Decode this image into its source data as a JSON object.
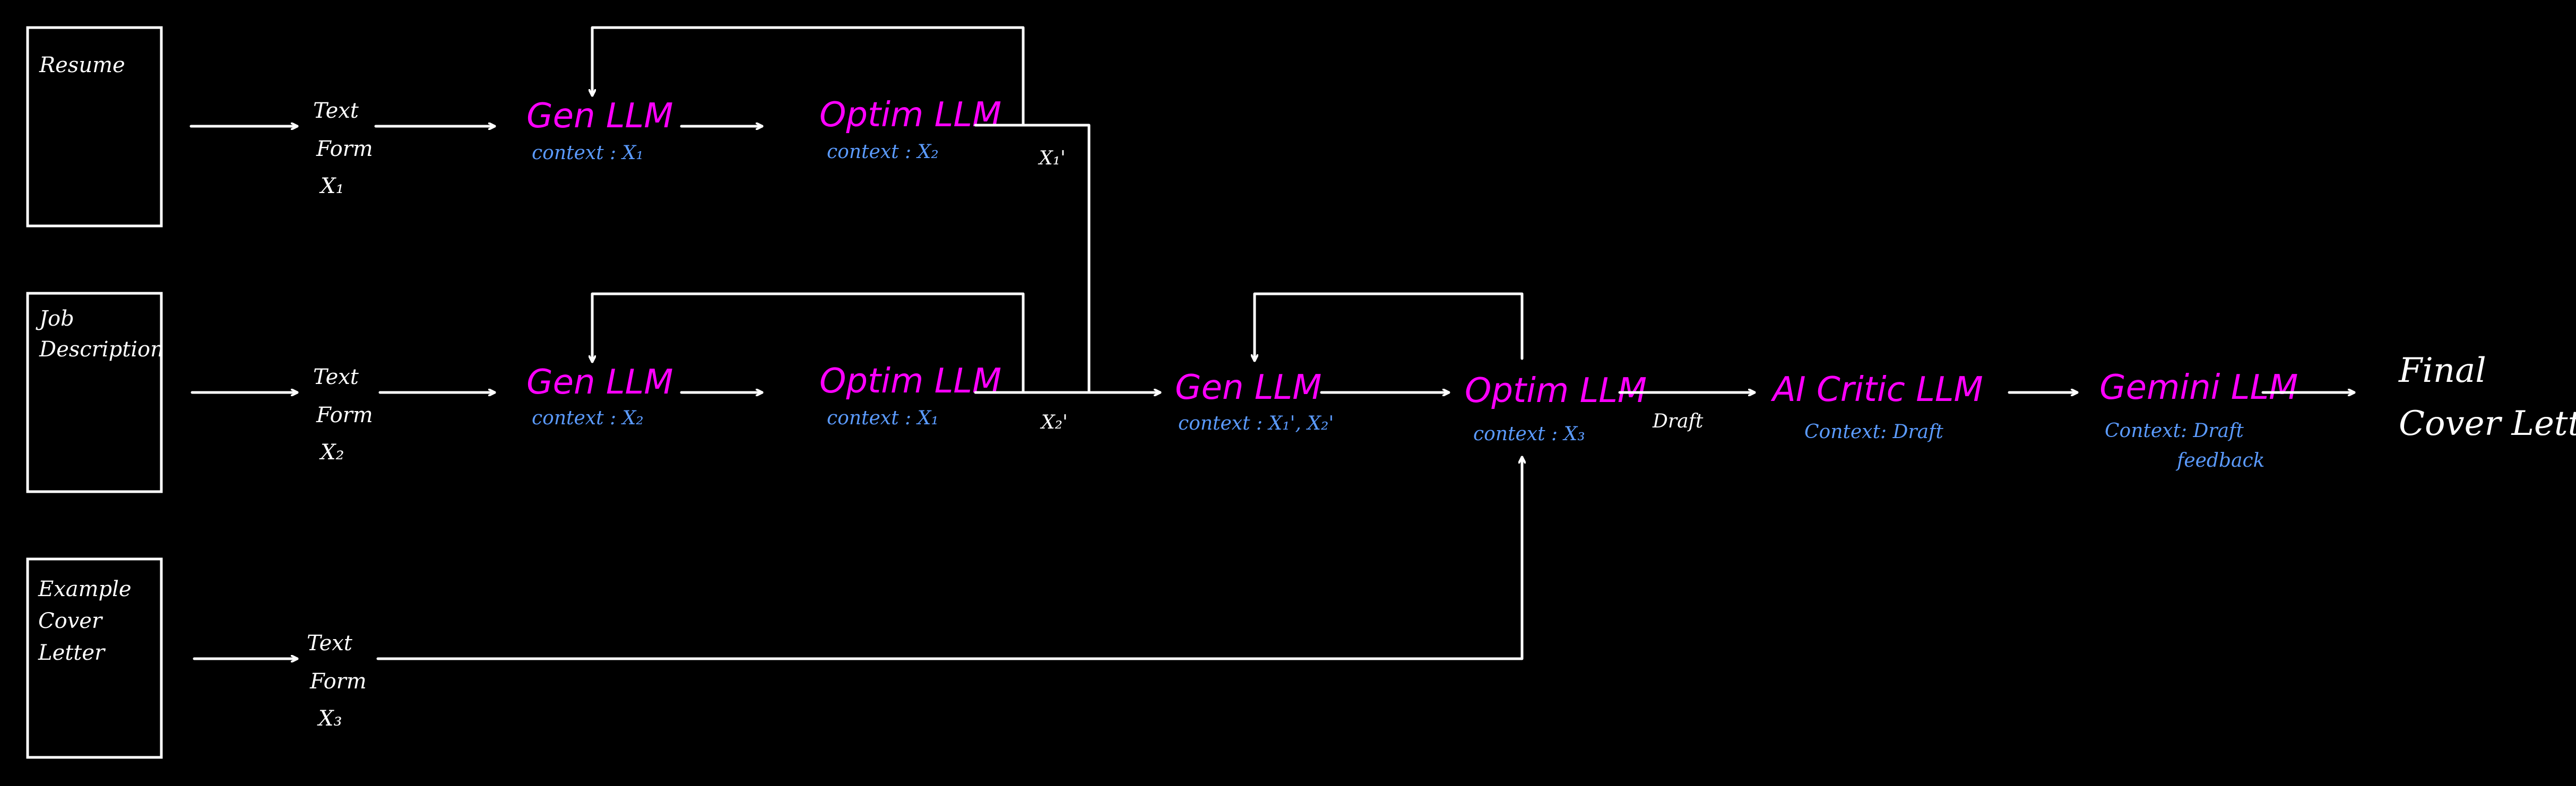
{
  "colors": {
    "background": "#000000",
    "stroke": "#ffffff",
    "llm": "#ff00ff",
    "context": "#5b9bff",
    "text": "#ffffff"
  },
  "inputs": [
    {
      "lines": [
        "Resume"
      ]
    },
    {
      "lines": [
        "Job",
        "Description"
      ]
    },
    {
      "lines": [
        "Example",
        "Cover",
        "Letter"
      ]
    }
  ],
  "text_forms": [
    {
      "lines": [
        "Text",
        "Form",
        "X₁"
      ]
    },
    {
      "lines": [
        "Text",
        "Form",
        "X₂"
      ]
    },
    {
      "lines": [
        "Text",
        "Form",
        "X₃"
      ]
    }
  ],
  "nodes": {
    "gen1": {
      "title": "Gen LLM",
      "context": "context : X₁"
    },
    "optim1": {
      "title": "Optim LLM",
      "context": "context : X₂"
    },
    "gen2": {
      "title": "Gen LLM",
      "context": "context : X₂"
    },
    "optim2": {
      "title": "Optim LLM",
      "context": "context : X₁"
    },
    "gen3": {
      "title": "Gen LLM",
      "context": "context : X₁', X₂'"
    },
    "optim3": {
      "title": "Optim LLM",
      "context": "context : X₃"
    },
    "critic": {
      "title": "AI Critic LLM",
      "context": "Context: Draft"
    },
    "gemini": {
      "title": "Gemini LLM",
      "context_lines": [
        "Context: Draft",
        "feedback"
      ]
    }
  },
  "edge_labels": {
    "x1_prime": "X₁'",
    "x2_prime": "X₂'",
    "draft": "Draft"
  },
  "final_output": {
    "lines": [
      "Final",
      "Cover Letter"
    ]
  }
}
